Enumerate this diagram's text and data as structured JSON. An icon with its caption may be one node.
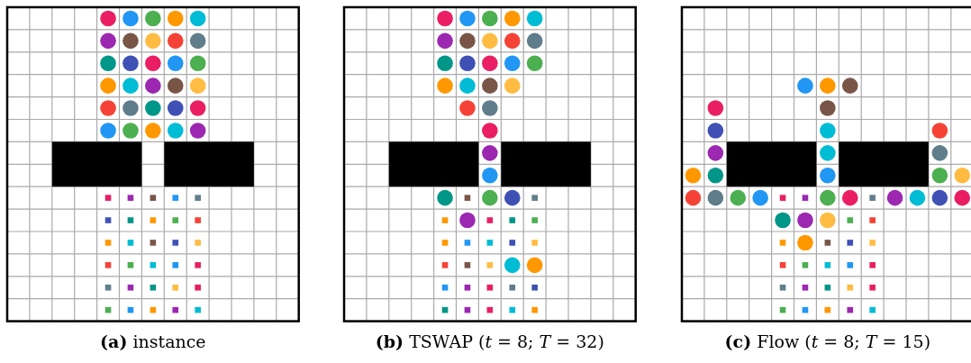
{
  "diagram": {
    "labels": [
      "**(a)** instance",
      "**(b)** TSWAP (*t* = 8; *T* = 32)",
      "**(c)** Flow (*t* = 8; *T* = 15)"
    ]
  }
}
